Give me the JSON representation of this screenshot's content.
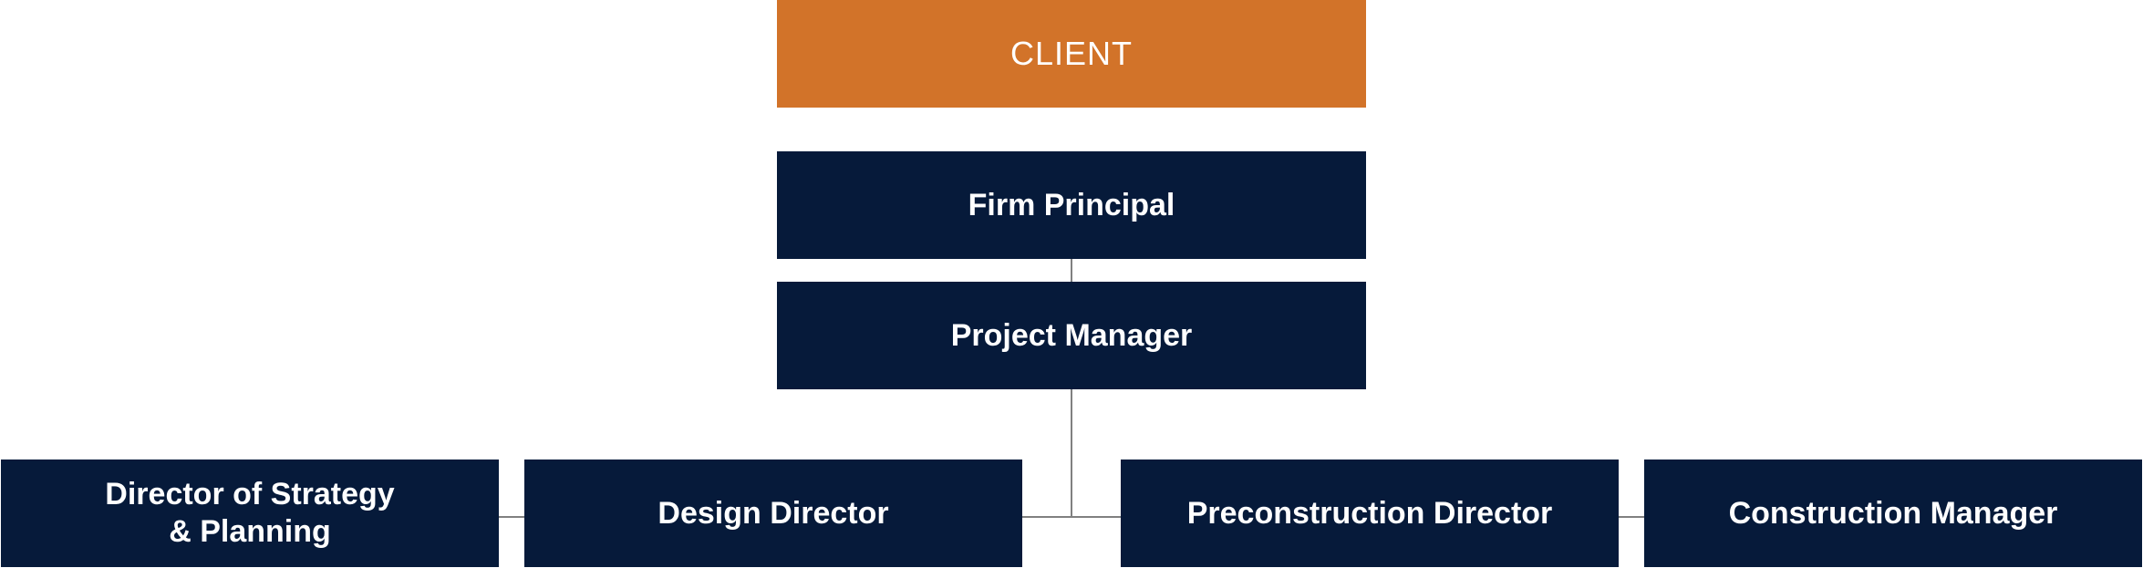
{
  "colors": {
    "client_bg": "#D27329",
    "node_bg": "#061A3A",
    "connector": "#808080",
    "text": "#FFFFFF"
  },
  "nodes": {
    "client": "CLIENT",
    "firm_principal": "Firm Principal",
    "project_manager": "Project Manager",
    "director_strategy_line1": "Director of Strategy",
    "director_strategy_line2": "& Planning",
    "design_director": "Design Director",
    "preconstruction_director": "Preconstruction Director",
    "construction_manager": "Construction Manager"
  }
}
